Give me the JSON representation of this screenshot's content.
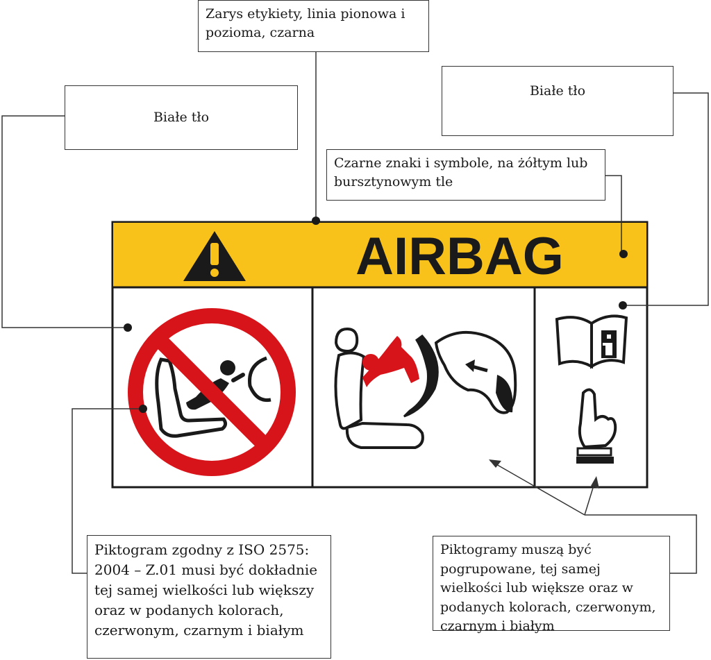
{
  "callouts": {
    "outline": "Zarys etykiety, linia pionowa i pozioma, czarna",
    "white_bg_left": "Białe tło",
    "white_bg_right": "Białe tło",
    "black_on_yellow": "Czarne znaki i symbole, na żółtym lub bursztynowym tle",
    "pictogram_iso": "Piktogram zgodny z ISO 2575: 2004 – Z.01 musi być dokładnie tej samej wielkości lub większy oraz w podanych kolorach, czerwonym, czarnym i białym",
    "pictograms_grouped": "Piktogramy muszą być pogrupowane, tej samej wielkości lub większe oraz w podanych kolorach, czerwonym, czarnym i białym"
  },
  "label": {
    "title": "AIRBAG"
  },
  "colors": {
    "yellow": "#f9c21b",
    "red": "#d7141a",
    "black": "#1a1a1a",
    "white": "#ffffff"
  },
  "icons": [
    "warning-triangle-icon",
    "no-rear-facing-child-seat-icon",
    "airbag-deploy-icon",
    "manual-info-icon",
    "pointing-hand-icon"
  ]
}
